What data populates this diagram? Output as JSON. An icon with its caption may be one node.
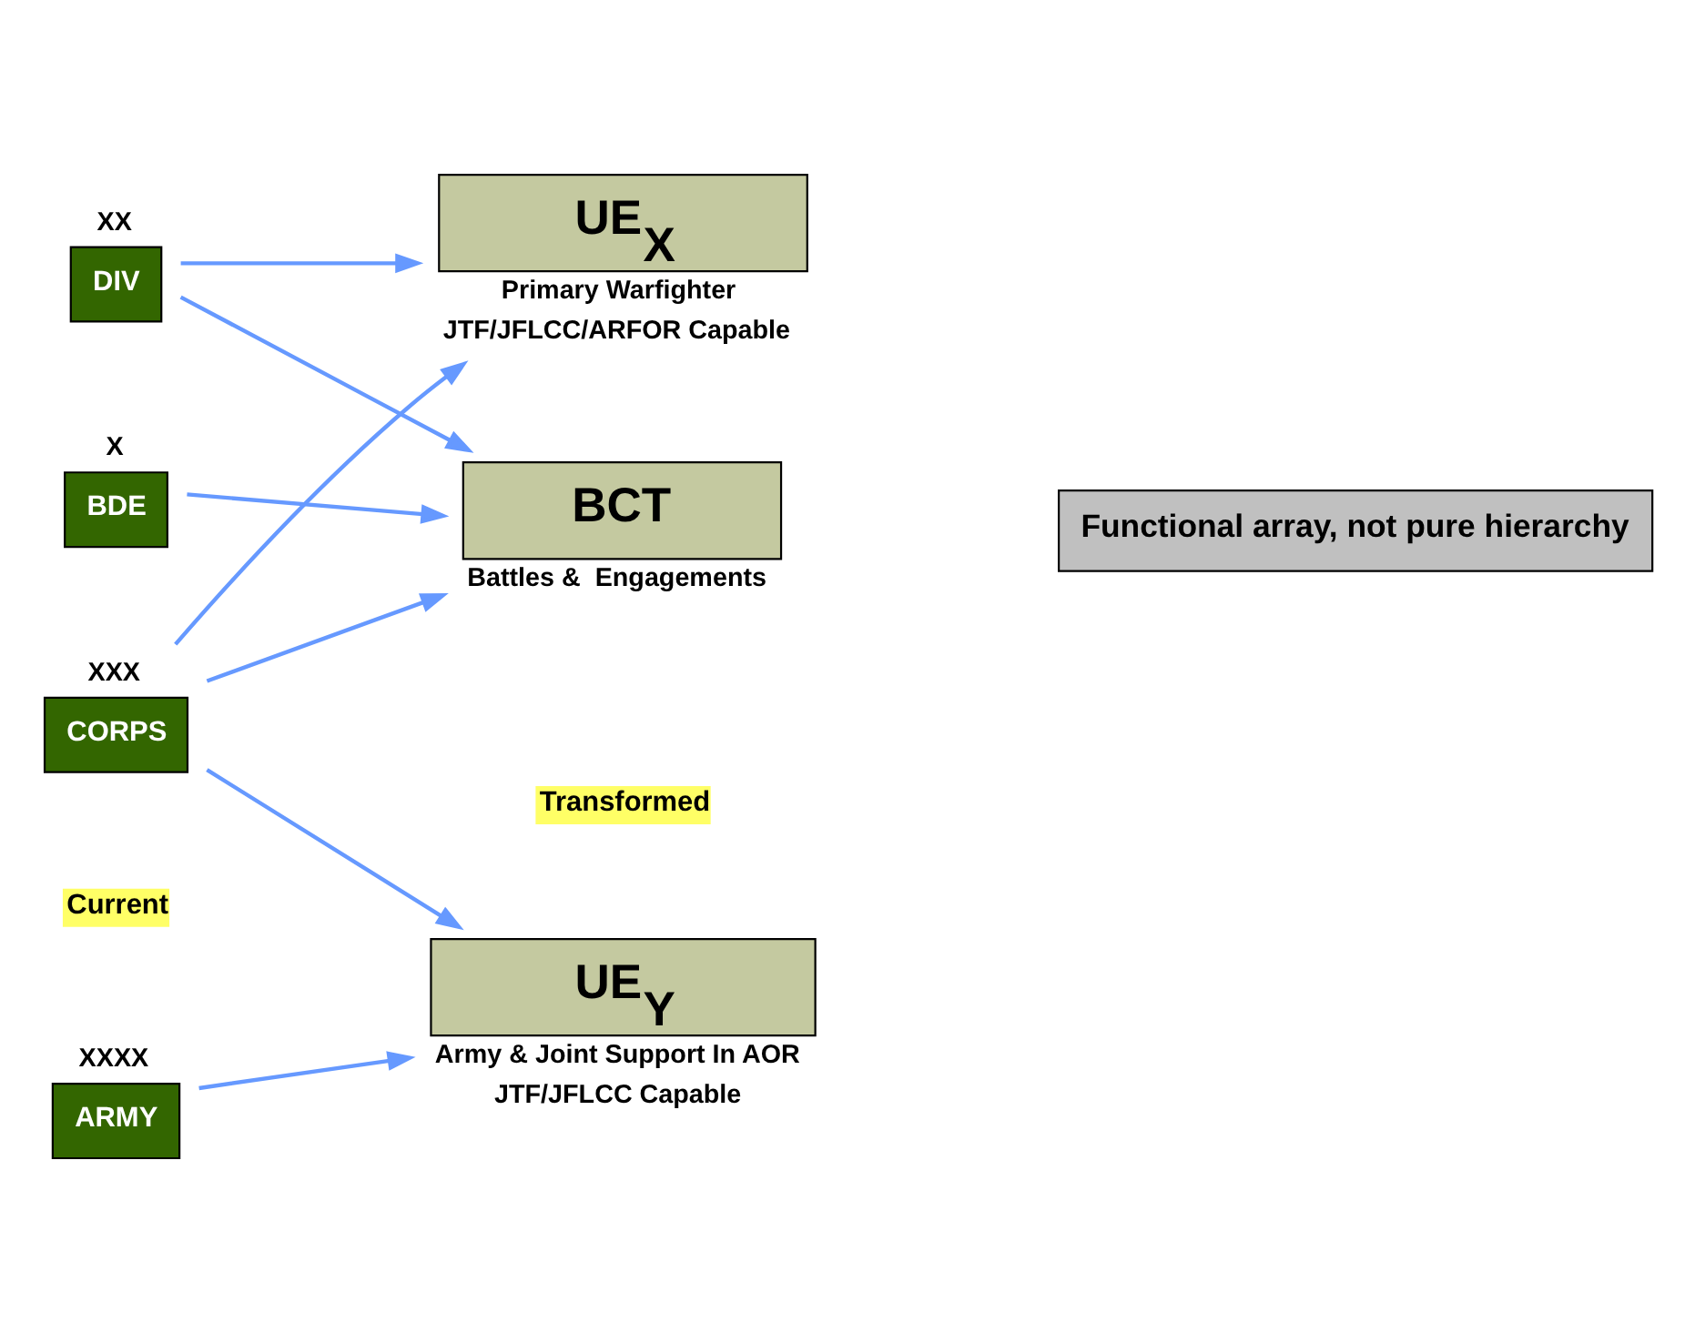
{
  "diagram": {
    "nodes": [
      {
        "text": [
          "ARMY"
        ],
        "beside": [
          "XXXX"
        ]
      },
      {
        "text": [
          "CORPS"
        ],
        "beside": [
          "XXX"
        ]
      },
      {
        "text": [
          "DIV"
        ],
        "beside": [
          "XX"
        ]
      },
      {
        "text": [
          "BDE"
        ],
        "beside": [
          "X"
        ]
      },
      {
        "text": [
          "UE$_{X}$"
        ],
        "beside": [
          "Primary Warfighter",
          "JTF/JFLCC/ARFOR Capable"
        ]
      },
      {
        "text": [
          "UE$_{Y}$"
        ],
        "beside": [
          "Army & Joint Support In AOR",
          "JTF/JFLCC Capable"
        ]
      },
      {
        "text": [
          "BCT"
        ],
        "beside": [
          "Battles &  Engagements"
        ]
      },
      {
        "text": [
          "Functional array, not pure hierarchy"
        ]
      }
    ],
    "edges": [
      {
        "from": 0,
        "to": 5,
        "arrow": "to"
      },
      {
        "from": 1,
        "to": 5,
        "arrow": "to"
      },
      {
        "from": 1,
        "to": 4,
        "arrow": "to"
      },
      {
        "from": 1,
        "to": 6,
        "arrow": "to"
      },
      {
        "from": 2,
        "to": 4,
        "arrow": "to"
      },
      {
        "from": 2,
        "to": 6,
        "arrow": "to"
      },
      {
        "from": 3,
        "to": 6,
        "arrow": "to"
      }
    ],
    "labels": [
      "Current",
      "Transformed"
    ]
  }
}
